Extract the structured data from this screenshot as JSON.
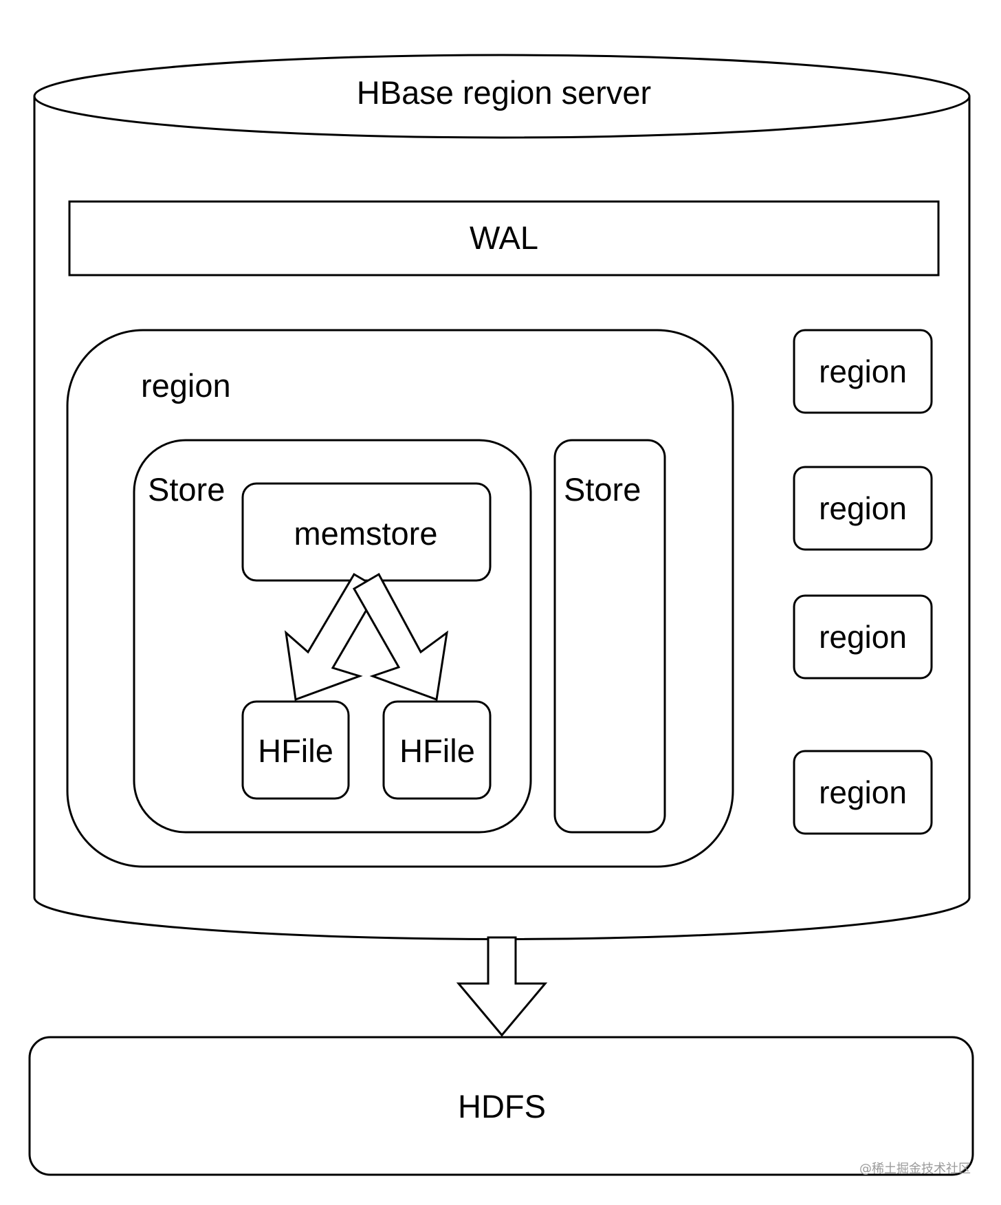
{
  "diagram": {
    "server_label": "HBase region server",
    "wal_label": "WAL",
    "region_label": "region",
    "store_label": "Store",
    "store2_label": "Store",
    "memstore_label": "memstore",
    "hfile1_label": "HFile",
    "hfile2_label": "HFile",
    "side_regions": [
      "region",
      "region",
      "region",
      "region"
    ],
    "hdfs_label": "HDFS"
  },
  "watermark": "@稀土掘金技术社区"
}
